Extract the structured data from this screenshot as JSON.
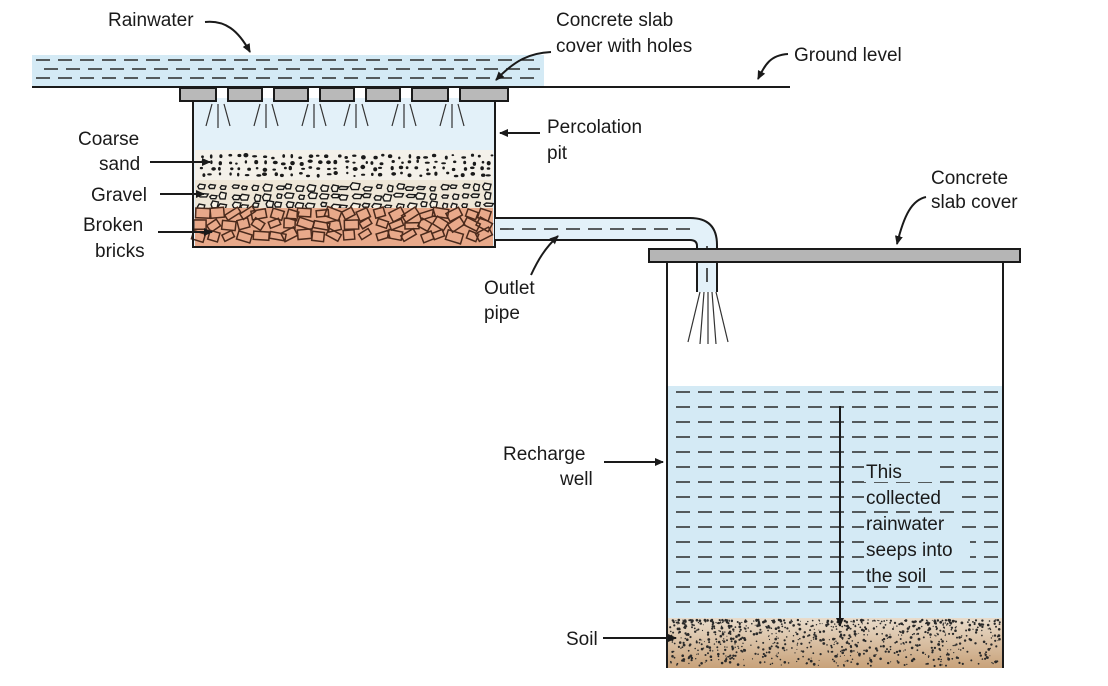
{
  "labels": {
    "rainwater": "Rainwater",
    "slab_holes_1": "Concrete slab",
    "slab_holes_2": "cover with holes",
    "ground_level": "Ground level",
    "percolation_1": "Percolation",
    "percolation_2": "pit",
    "coarse_1": "Coarse",
    "coarse_2": "sand",
    "gravel": "Gravel",
    "bricks_1": "Broken",
    "bricks_2": "bricks",
    "slab_cover_1": "Concrete",
    "slab_cover_2": "slab cover",
    "outlet_1": "Outlet",
    "outlet_2": "pipe",
    "recharge_1": "Recharge",
    "recharge_2": "well",
    "seep_1": "This",
    "seep_2": "collected",
    "seep_3": "rainwater",
    "seep_4": "seeps into",
    "seep_5": "the soil",
    "soil": "Soil"
  },
  "colors": {
    "water": "#d4eaf5",
    "slab": "#b5b5b5",
    "brick": "#e8a98a",
    "gravel": "#efe7d8",
    "soil": "#c8a27a"
  }
}
